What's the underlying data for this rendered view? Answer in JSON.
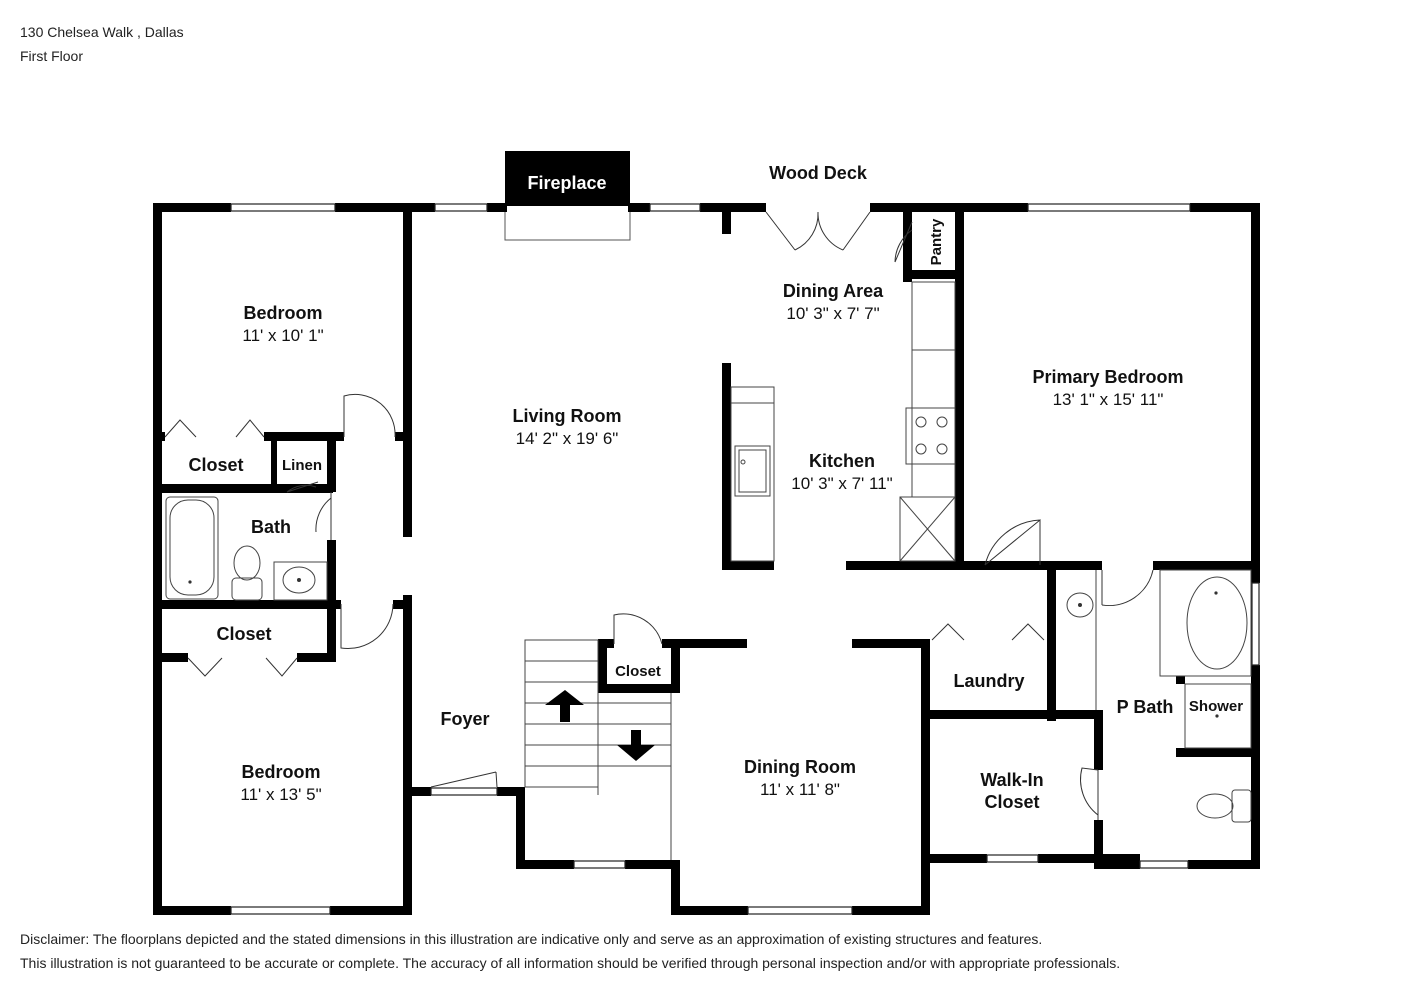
{
  "header": {
    "address": "130 Chelsea Walk , Dallas",
    "floor": "First Floor"
  },
  "labels": {
    "fireplace": "Fireplace",
    "wood_deck": "Wood Deck",
    "pantry": "Pantry"
  },
  "rooms": {
    "bedroom_1": {
      "name": "Bedroom",
      "dims": "11' x 10' 1\""
    },
    "living_room": {
      "name": "Living Room",
      "dims": "14' 2\" x 19' 6\""
    },
    "dining_area": {
      "name": "Dining Area",
      "dims": "10' 3\" x 7' 7\""
    },
    "kitchen": {
      "name": "Kitchen",
      "dims": "10' 3\" x 7' 11\""
    },
    "primary_bedroom": {
      "name": "Primary Bedroom",
      "dims": "13' 1\" x 15' 11\""
    },
    "closet_1": {
      "name": "Closet"
    },
    "linen": {
      "name": "Linen"
    },
    "bath": {
      "name": "Bath"
    },
    "closet_2": {
      "name": "Closet"
    },
    "bedroom_2": {
      "name": "Bedroom",
      "dims": "11' x 13' 5\""
    },
    "foyer": {
      "name": "Foyer"
    },
    "closet_3": {
      "name": "Closet"
    },
    "dining_room": {
      "name": "Dining Room",
      "dims": "11' x 11' 8\""
    },
    "laundry": {
      "name": "Laundry"
    },
    "walk_in_closet": {
      "name_line1": "Walk-In",
      "name_line2": "Closet"
    },
    "p_bath": {
      "name": "P Bath"
    },
    "shower": {
      "name": "Shower"
    }
  },
  "disclaimer": {
    "line1": "Disclaimer: The floorplans depicted and the stated dimensions in this illustration are indicative only and serve as an approximation of existing structures and features.",
    "line2": "This illustration is not guaranteed to be accurate or complete. The accuracy of all information should be verified through personal inspection and/or with appropriate professionals."
  }
}
